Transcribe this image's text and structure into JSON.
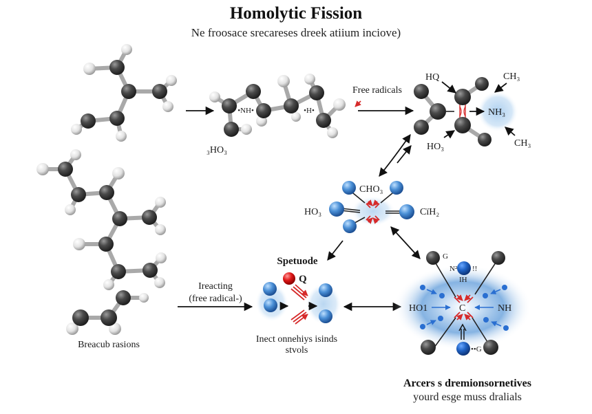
{
  "header": {
    "title": "Homolytic Fission",
    "subtitle": "Ne froosace srecareses dreek atiium inciove)"
  },
  "labels": {
    "h3o3": "₃HO₃",
    "nh_radical": "•NH•",
    "h_radical": "•H•",
    "free_radicals": "Free radicals",
    "hq": "HQ",
    "ch3_top": "CH₃",
    "nh3": "NH₃",
    "ho3_right": "HO₃",
    "ch3_bottom": "CH₃",
    "cho3": "CHO₃",
    "ho3_mid": "HO₃",
    "cih2": "CїH₂",
    "spetuode": "Spetuode",
    "q": "Q",
    "reacting_line1": "Ireacting",
    "reacting_line2": "(free radical-)",
    "inect_line1": "Inect onnehiys isinds",
    "inect_line2": "stvols",
    "breacub": "Breacub rasions",
    "g_top": "G",
    "n2": "N²",
    "ii": "!!",
    "ih": "IH",
    "ho1": "HO1",
    "c_center": "C",
    "nh": "NH",
    "g_bottom": "••G"
  },
  "footer": {
    "line1": "Arcers s dremionsornetives",
    "line2": "yourd esge muss dralials"
  },
  "colors": {
    "carbon": "#4a4a4a",
    "hydrogen": "#e8e8e8",
    "radical_blue": "#4a8fd6",
    "oxygen_red": "#d41e1e",
    "glow_blue": "#8fbde6",
    "bond_red": "#d62a2a"
  }
}
